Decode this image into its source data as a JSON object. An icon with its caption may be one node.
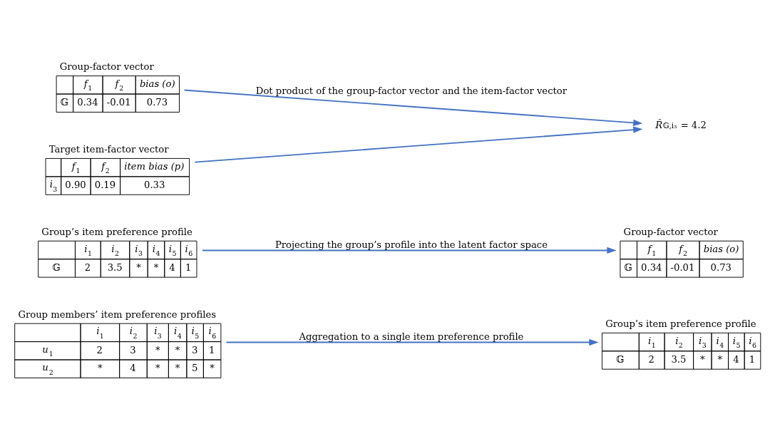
{
  "diagram": {
    "nodes": [
      {
        "text": [
          "Group members’ item preference profiles",
          "*i*$_{1}$",
          "*i*$_{2}$",
          "*i*$_{3}$",
          "*i*$_{4}$",
          "*i*$_{5}$",
          "*i*$_{6}$",
          "*u*$_{1}$",
          "2",
          "3",
          "*",
          "*",
          "3",
          "1",
          "*u*$_{2}$",
          "*",
          "4",
          "*",
          "*",
          "5",
          "*"
        ]
      },
      {
        "text": [
          "Group’s item preference profile",
          "*i*$_{1}$",
          "*i*$_{2}$",
          "*i*$_{3}$",
          "*i*$_{4}$",
          "*i*$_{5}$",
          "*i*$_{6}$",
          "𝔾",
          "2",
          "3.5",
          "*",
          "*",
          "4",
          "1"
        ]
      },
      {
        "text": [
          "Group’s item preference profile",
          "*i*$_{1}$",
          "*i*$_{2}$",
          "*i*$_{3}$",
          "*i*$_{4}$",
          "*i*$_{5}$",
          "*i*$_{6}$",
          "𝔾",
          "2",
          "3.5",
          "*",
          "*",
          "4",
          "1"
        ]
      },
      {
        "text": [
          "Group-factor vector",
          "*f*$_{1}$",
          "*f*$_{2}$",
          "*bias (o)*",
          "𝔾",
          "0.34",
          "-0.01",
          "0.73"
        ]
      },
      {
        "text": [
          "Group-factor vector",
          "*f*$_{1}$",
          "*f*$_{2}$",
          "*bias (o)*",
          "𝔾",
          "0.34",
          "-0.01",
          "0.73"
        ]
      },
      {
        "text": [
          "Target item-factor vector",
          "*f*$_{1}$",
          "*f*$_{2}$",
          "*item bias (p)*",
          "*i*$_{3}$",
          "0.90",
          "0.19",
          "0.33"
        ]
      },
      {
        "text": [
          "*R̂*$_{𝔾,i₃}$ = 4.2"
        ]
      }
    ],
    "edges": [
      {
        "from": 0,
        "to": 1,
        "arrow": "to",
        "label": "Aggregation to a single item preference profile"
      },
      {
        "from": 2,
        "to": 3,
        "arrow": "to",
        "label": "Projecting the group’s profile into the latent factor space"
      },
      {
        "from": 4,
        "to": 6,
        "arrow": "to",
        "label": "Dot product of the group-factor vector and the item-factor vector"
      },
      {
        "from": 5,
        "to": 6,
        "arrow": "to"
      }
    ]
  }
}
